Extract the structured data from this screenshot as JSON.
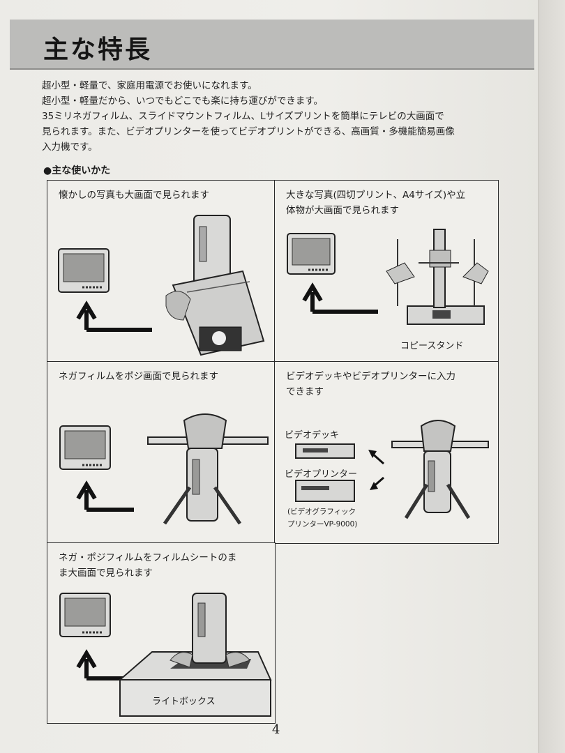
{
  "page": {
    "title": "主な特長",
    "intro_lines": [
      "超小型・軽量で、家庭用電源でお使いになれます。",
      "超小型・軽量だから、いつでもどこでも楽に持ち運びができます。",
      "35ミリネガフィルム、スライドマウントフィルム、Lサイズプリントを簡単にテレビの大画面で",
      "見られます。また、ビデオプリンターを使ってビデオプリントができる、高画質・多機能簡易画像",
      "入力機です。"
    ],
    "section_heading": "●主な使いかた",
    "panels": [
      {
        "lines": [
          "懐かしの写真も大画面で見られます"
        ]
      },
      {
        "lines": [
          "大きな写真(四切プリント、A4サイズ)や立",
          "体物が大画面で見られます"
        ],
        "caption": "コピースタンド"
      },
      {
        "lines": [
          "ネガフィルムをポジ画面で見られます"
        ]
      },
      {
        "lines": [
          "ビデオデッキやビデオプリンターに入力",
          "できます"
        ],
        "video_deck_label": "ビデオデッキ",
        "video_printer_label": "ビデオプリンター",
        "note_lines": [
          "(ビデオグラフィック",
          "プリンターVP-9000)"
        ]
      },
      {
        "lines": [
          "ネガ・ポジフィルムをフィルムシートのま",
          "ま大画面で見られます"
        ],
        "caption": "ライトボックス"
      }
    ],
    "page_number": "4"
  }
}
